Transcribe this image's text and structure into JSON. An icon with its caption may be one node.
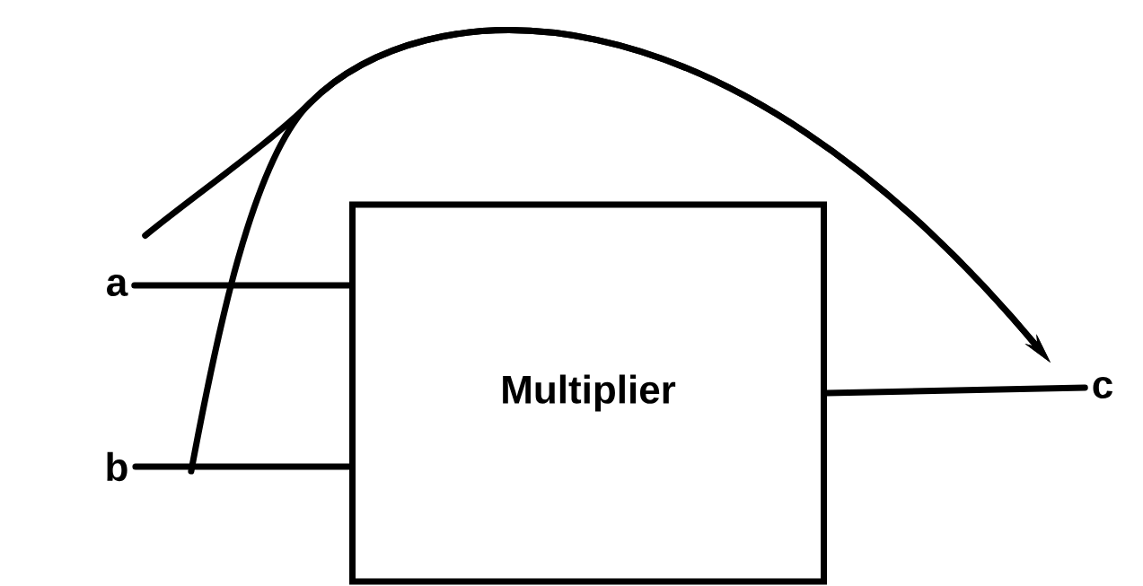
{
  "diagram": {
    "nodes": [
      {
        "text": [
          "a"
        ]
      },
      {
        "text": [
          "b"
        ]
      },
      {
        "text": [
          "Multiplier"
        ]
      },
      {
        "text": [
          "c"
        ]
      }
    ],
    "edges": [
      {
        "from": 0,
        "to": 2,
        "arrow": "none"
      },
      {
        "from": 1,
        "to": 2,
        "arrow": "none"
      },
      {
        "from": 2,
        "to": 3,
        "arrow": "none"
      },
      {
        "from": 0,
        "to": 3,
        "arrow": "to"
      },
      {
        "from": 1,
        "to": 3,
        "arrow": "to"
      }
    ]
  }
}
